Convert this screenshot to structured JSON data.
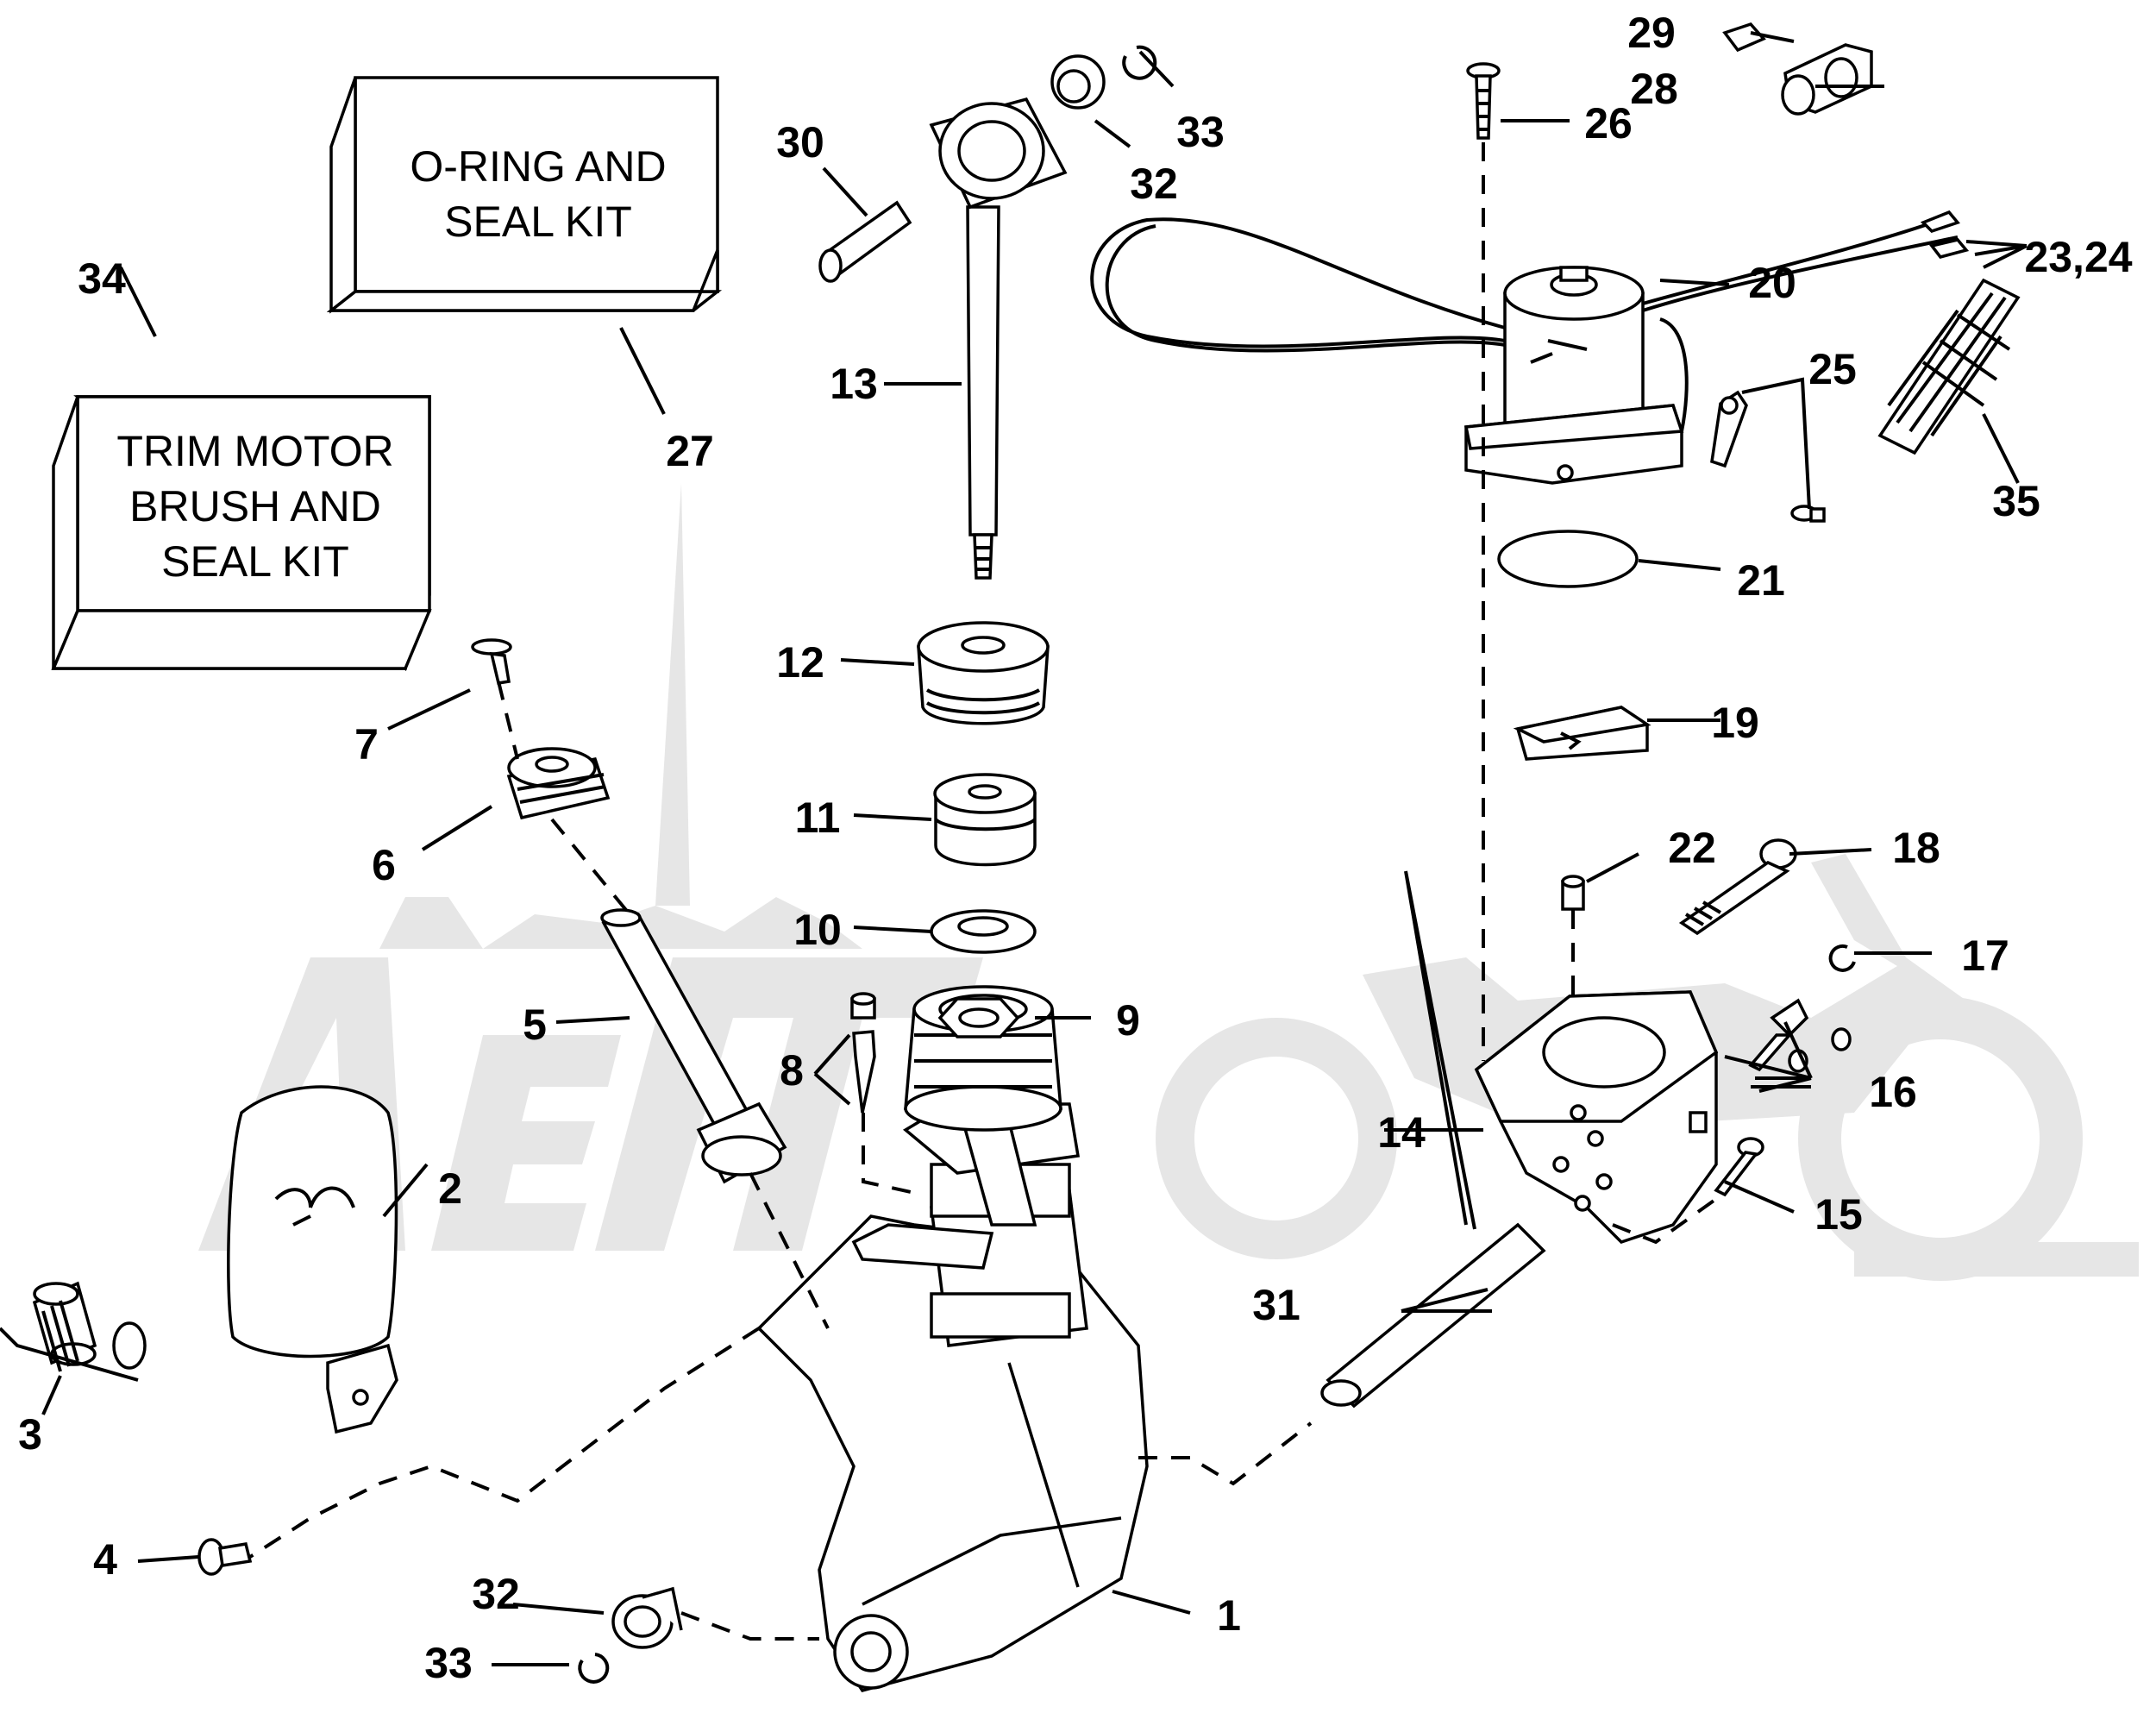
{
  "kits": [
    {
      "id": "34",
      "lines": [
        "TRIM MOTOR",
        "BRUSH AND",
        "SEAL KIT"
      ]
    },
    {
      "id": "27",
      "lines": [
        "O-RING AND",
        "SEAL KIT"
      ]
    }
  ],
  "callouts": {
    "c1": "1",
    "c2": "2",
    "c3": "3",
    "c4": "4",
    "c5": "5",
    "c6": "6",
    "c7": "7",
    "c8": "8",
    "c9": "9",
    "c10": "10",
    "c11": "11",
    "c12": "12",
    "c13": "13",
    "c14": "14",
    "c15": "15",
    "c16": "16",
    "c17": "17",
    "c18": "18",
    "c19": "19",
    "c20": "20",
    "c21": "21",
    "c22": "22",
    "c2324": "23,24",
    "c25": "25",
    "c26": "26",
    "c27": "27",
    "c28": "28",
    "c29": "29",
    "c30": "30",
    "c31": "31",
    "c32a": "32",
    "c32b": "32",
    "c33a": "33",
    "c33b": "33",
    "c34": "34",
    "c35": "35"
  }
}
